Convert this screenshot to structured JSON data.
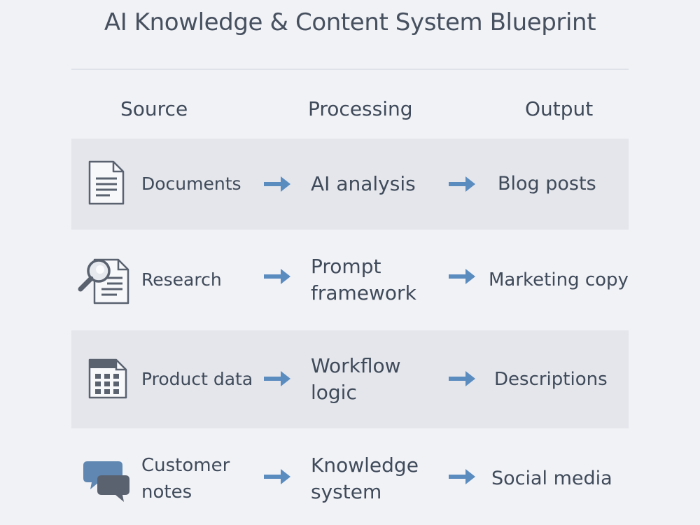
{
  "title": "AI Knowledge & Content System Blueprint",
  "columns": [
    "Source",
    "Processing",
    "Output"
  ],
  "rows": [
    {
      "icon": "document-icon",
      "source": [
        "Documents"
      ],
      "processing": [
        "AI analysis"
      ],
      "output": "Blog posts"
    },
    {
      "icon": "magnifier-document-icon",
      "source": [
        "Research"
      ],
      "processing": [
        "Prompt",
        "framework"
      ],
      "output": "Marketing copy"
    },
    {
      "icon": "spreadsheet-icon",
      "source": [
        "Product data"
      ],
      "processing": [
        "Workflow",
        "logic"
      ],
      "output": "Descriptions"
    },
    {
      "icon": "chat-bubbles-icon",
      "source": [
        "Customer",
        "notes"
      ],
      "processing": [
        "Knowledge",
        "system"
      ],
      "output": "Social media"
    }
  ],
  "colors": {
    "background": "#f1f2f6",
    "row_shade": "#e4e6eb",
    "text": "#3f4a5a",
    "arrow": "#5b8cc0",
    "chat_blue": "#5f87b1",
    "chat_gray": "#5a6270"
  }
}
